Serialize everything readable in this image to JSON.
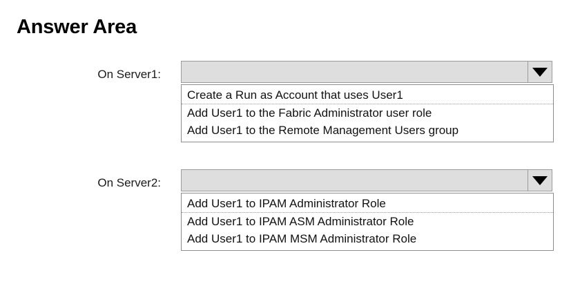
{
  "page": {
    "title": "Answer Area"
  },
  "rows": [
    {
      "label": "On Server1:",
      "combo": {
        "value": "",
        "placeholder": "",
        "arrow_icon": "chevron-down-icon",
        "expanded": true
      },
      "options": [
        "Create a Run as Account that uses User1",
        "Add User1 to the Fabric Administrator user role",
        "Add User1 to the Remote Management Users group"
      ]
    },
    {
      "label": "On Server2:",
      "combo": {
        "value": "",
        "placeholder": "",
        "arrow_icon": "chevron-down-icon",
        "expanded": true
      },
      "options": [
        "Add User1 to IPAM Administrator Role",
        "Add User1 to IPAM ASM Administrator Role",
        "Add User1 to IPAM MSM Administrator Role"
      ]
    }
  ],
  "colors": {
    "background": "#ffffff",
    "combo_fill": "#dedede",
    "combo_border": "#9a9a9a",
    "list_border": "#8c8c8c",
    "text": "#000000"
  }
}
